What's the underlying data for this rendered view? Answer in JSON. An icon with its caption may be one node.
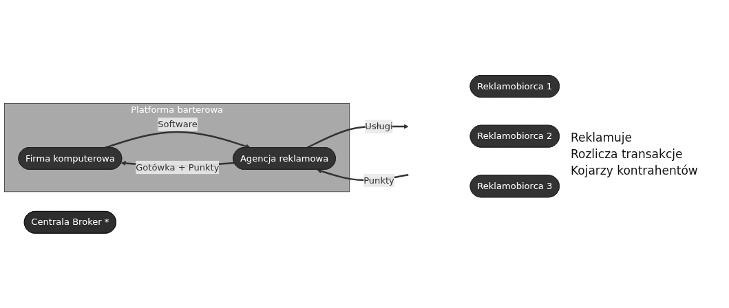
{
  "diagram": {
    "nodes": [
      {
        "text": [
          "Platforma barterowa"
        ]
      },
      {
        "text": [
          "Firma komputerowa"
        ],
        "in": 0
      },
      {
        "text": [
          "Agencja reklamowa"
        ],
        "in": 0
      },
      {
        "text": [
          "Centrala Broker *"
        ]
      },
      {
        "text": [
          "Reklamobiorca 1"
        ]
      },
      {
        "text": [
          "Reklamobiorca 2"
        ]
      },
      {
        "text": [
          "Reklamobiorca 3"
        ]
      }
    ],
    "edges": [
      {
        "from": 2,
        "to": 1,
        "arrow": "to",
        "label": "Gotówka + Punkty"
      },
      {
        "from": 1,
        "to": 2,
        "arrow": "to",
        "label": "Software"
      },
      {
        "from": 2,
        "to": null,
        "arrow": "to",
        "label": "Usługi"
      },
      {
        "from": null,
        "to": 2,
        "arrow": "to",
        "label": "Punkty"
      }
    ],
    "labels": [
      "Reklamuje",
      "Rozlicza transakcje",
      "Kojarzy kontrahentów"
    ]
  }
}
